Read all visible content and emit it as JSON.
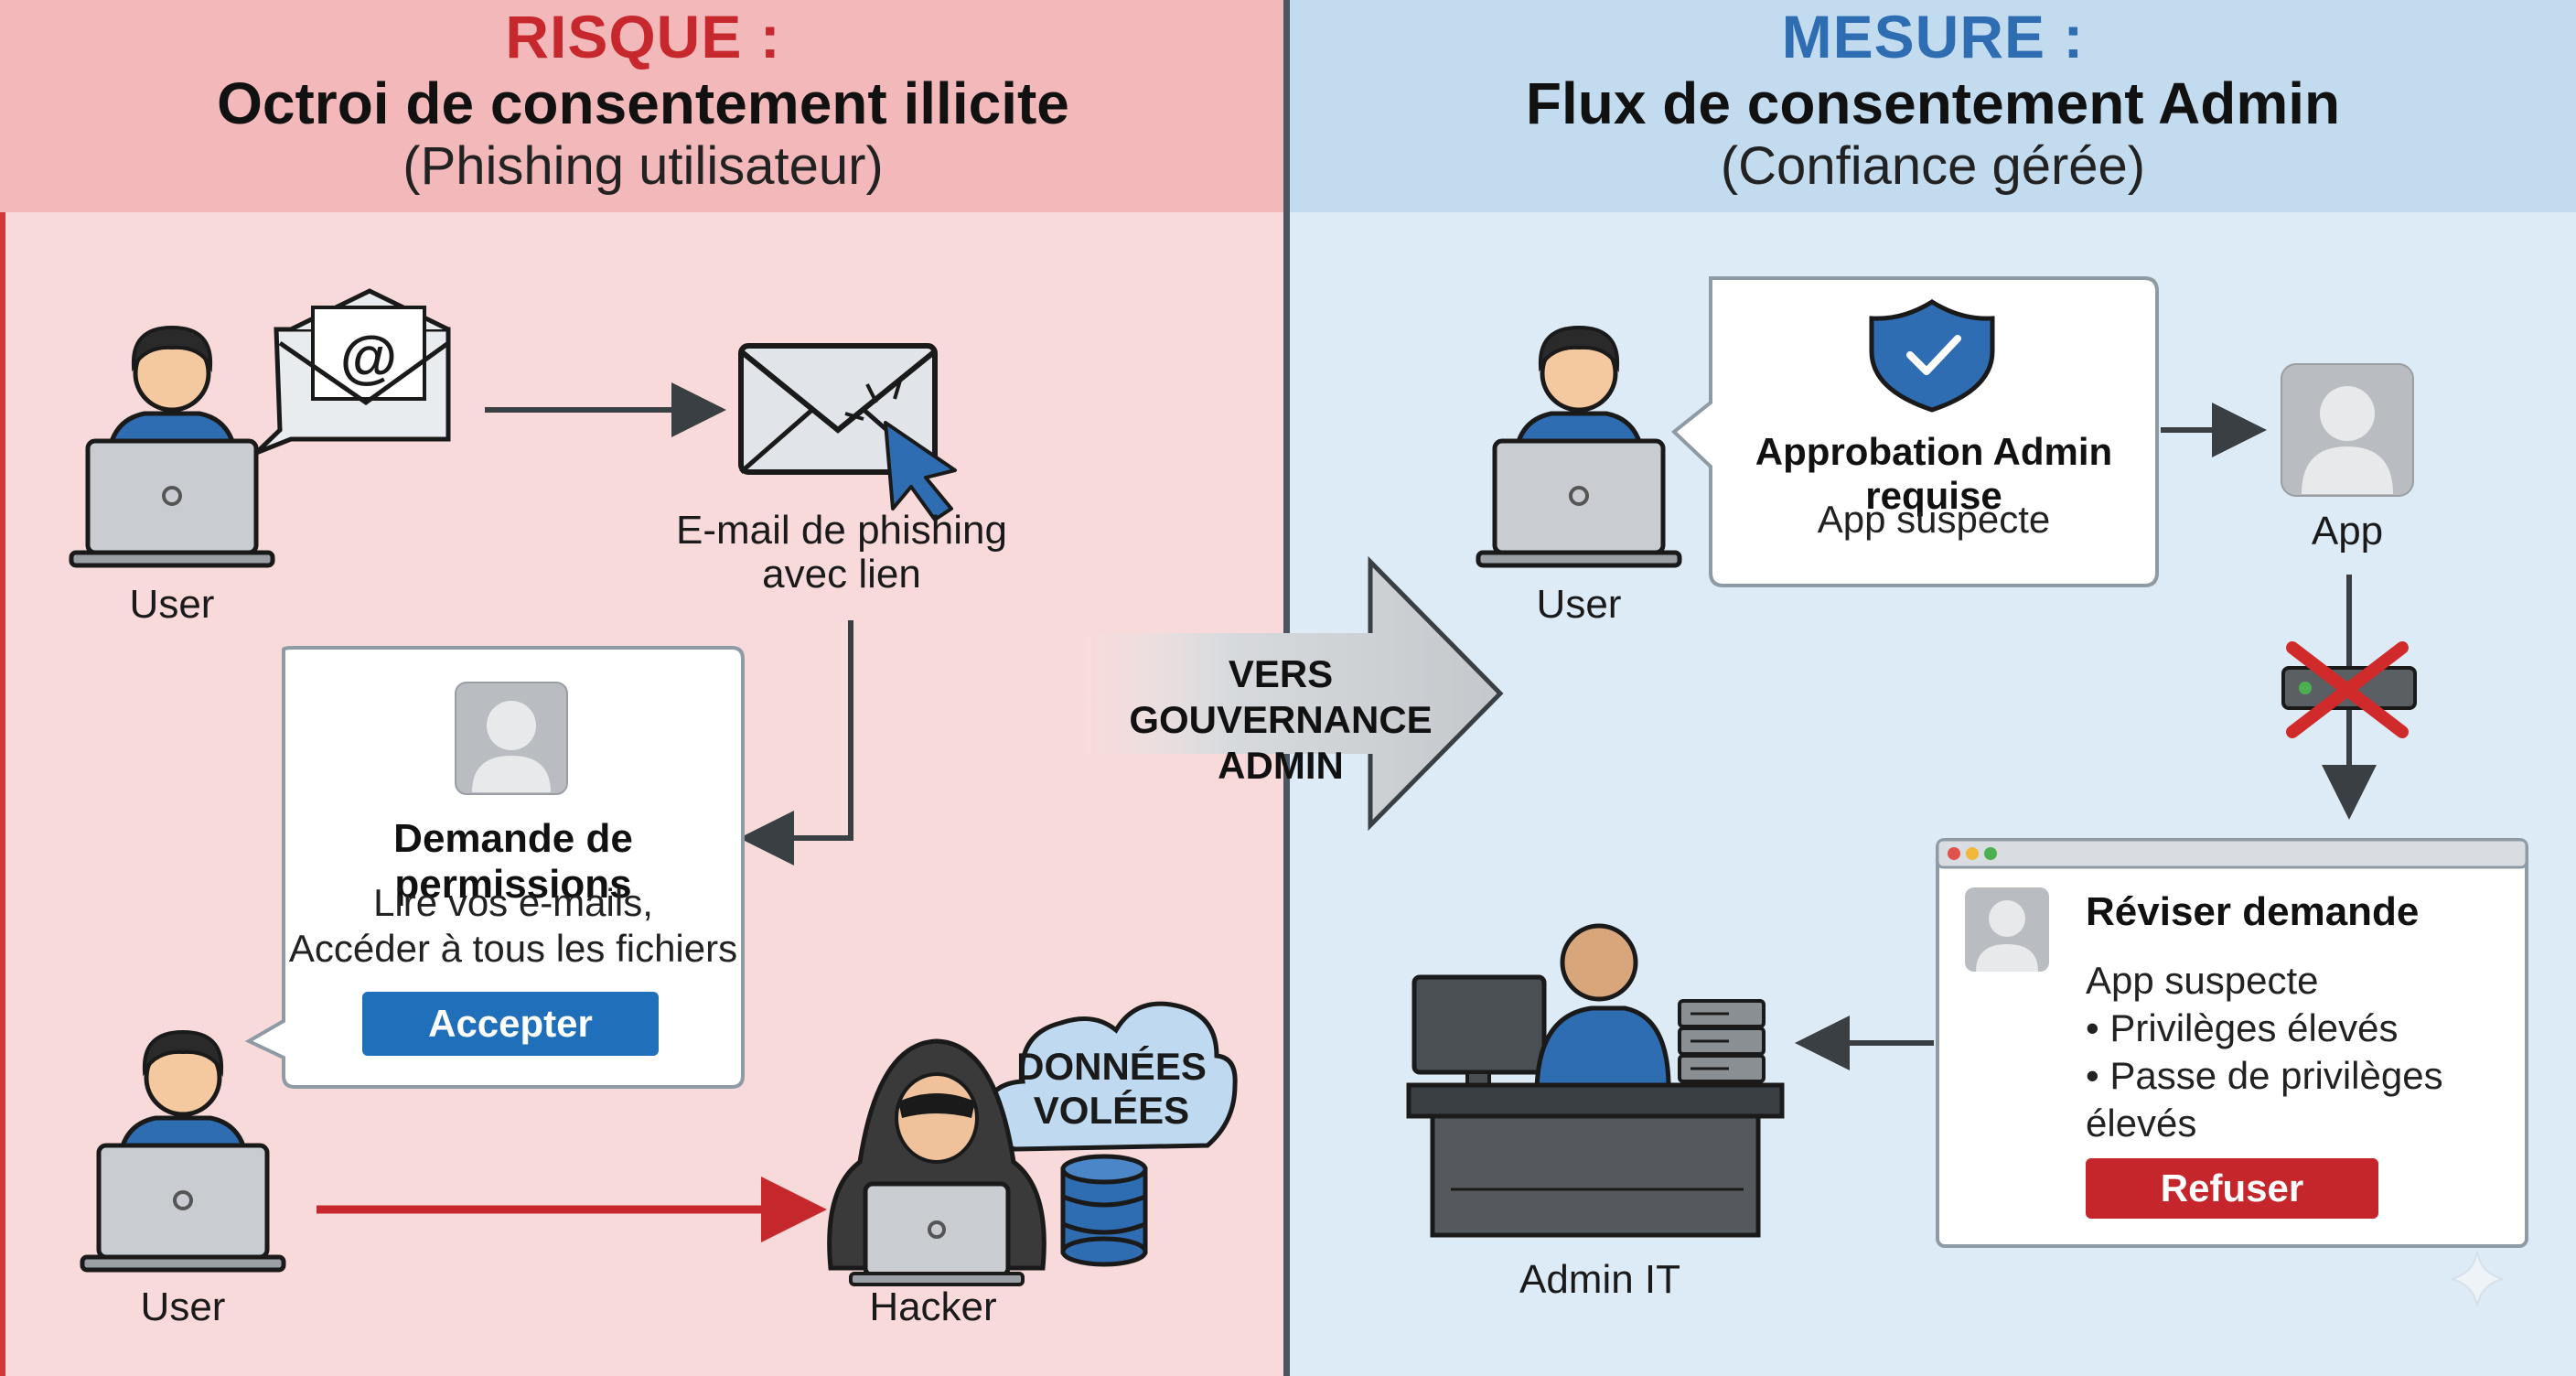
{
  "left": {
    "label": "RISQUE :",
    "title": "Octroi de consentement illicite",
    "subtitle": "(Phishing utilisateur)",
    "user_top": "User",
    "email_caption": [
      "E-mail de phishing",
      "avec lien"
    ],
    "permission_card": {
      "title": "Demande de permissions",
      "lines": [
        "Lire vos e-mails,",
        "Accéder à tous les fichiers"
      ],
      "button": "Accepter"
    },
    "user_bottom": "User",
    "hacker": "Hacker",
    "stolen_cloud": [
      "DONNÉES",
      "VOLÉES"
    ]
  },
  "center_arrow": [
    "VERS GOUVERNANCE",
    "ADMIN"
  ],
  "right": {
    "label": "MESURE :",
    "title": "Flux de consentement Admin",
    "subtitle": "(Confiance gérée)",
    "user": "User",
    "approval_card": {
      "title": "Approbation Admin requise",
      "text": "App suspecte"
    },
    "app": "App",
    "review_card": {
      "title": "Réviser demande",
      "lines": [
        "App suspecte",
        "• Privilèges élevés",
        "• Passe de privilèges élevés",
        "• ..."
      ],
      "button": "Refuser"
    },
    "admin": "Admin IT"
  },
  "colors": {
    "risk_red": "#c7282d",
    "measure_blue": "#2f6db3",
    "accept_blue": "#1f6fba",
    "refuse_red": "#c4262b"
  }
}
